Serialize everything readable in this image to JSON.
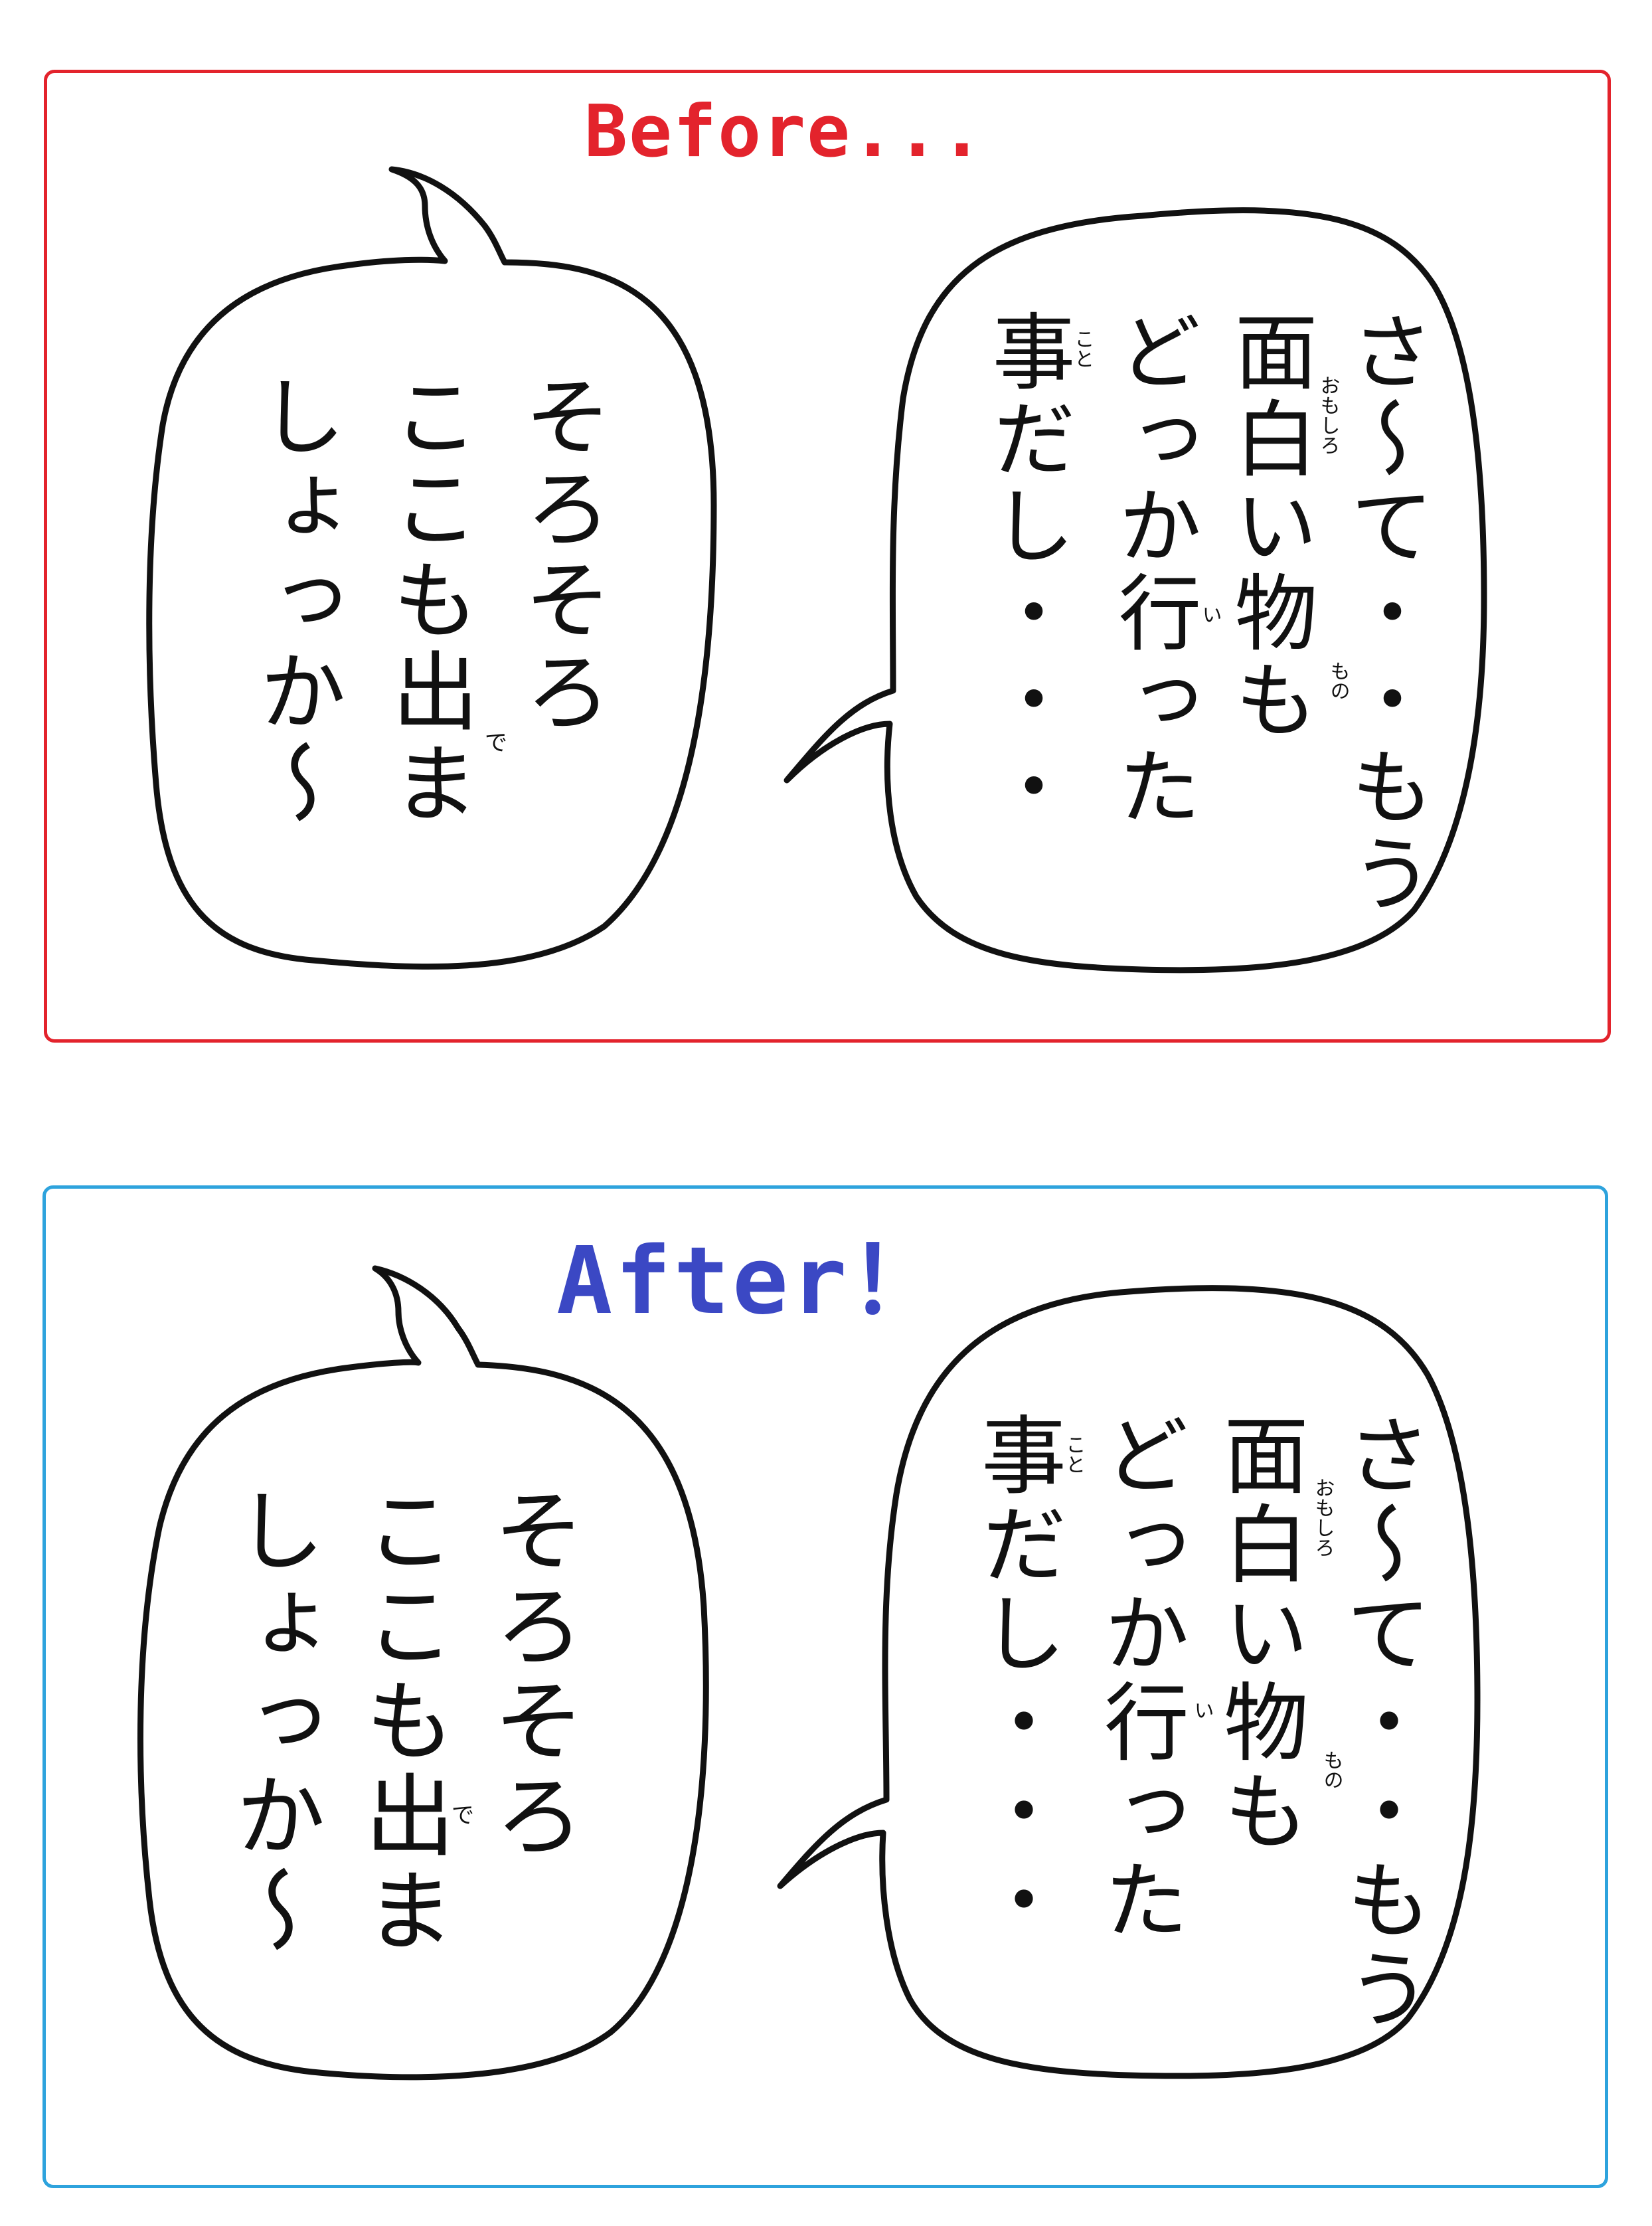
{
  "before": {
    "title": "Before...",
    "left_bubble": {
      "columns": [
        "そろそろ",
        "ここも出ま",
        "しょっか〜"
      ],
      "ruby": {
        "出": "で"
      }
    },
    "right_bubble": {
      "columns": [
        "さ〜て・・もう",
        "面白い物も",
        "どっか行った",
        "事だし・・・"
      ],
      "ruby": {
        "面白": "おもしろ",
        "物": "もの",
        "行": "い",
        "事": "こと"
      }
    }
  },
  "after": {
    "title": "After！",
    "left_bubble": {
      "columns": [
        "そろそろ",
        "ここも出ま",
        "しょっか〜"
      ],
      "ruby": {
        "出": "で"
      }
    },
    "right_bubble": {
      "columns": [
        "さ〜て・・もう",
        "面白い物も",
        "どっか行った",
        "事だし・・・"
      ],
      "ruby": {
        "面白": "おもしろ",
        "物": "もの",
        "行": "い",
        "事": "こと"
      }
    }
  },
  "colors": {
    "before_accent": "#e3232c",
    "before_title": "#e3232c",
    "after_accent": "#2ea3dd",
    "after_title": "#3b48c4",
    "bubble_outline": "#111111"
  }
}
